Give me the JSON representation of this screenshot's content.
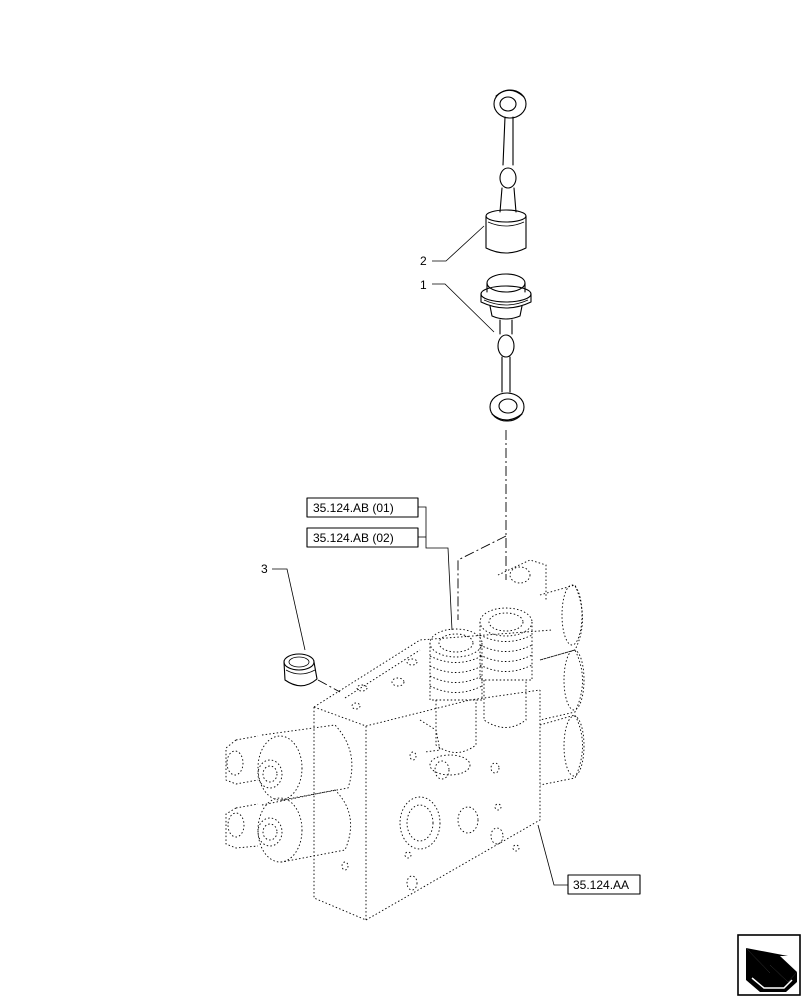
{
  "callouts": [
    {
      "id": "1",
      "label": "1"
    },
    {
      "id": "2",
      "label": "2"
    },
    {
      "id": "3",
      "label": "3"
    }
  ],
  "references": [
    {
      "id": "ab01",
      "label": "35.124.AB (01)"
    },
    {
      "id": "ab02",
      "label": "35.124.AB (02)"
    },
    {
      "id": "aa",
      "label": "35.124.AA"
    }
  ],
  "icons": [
    "navigation-arrow-icon"
  ]
}
